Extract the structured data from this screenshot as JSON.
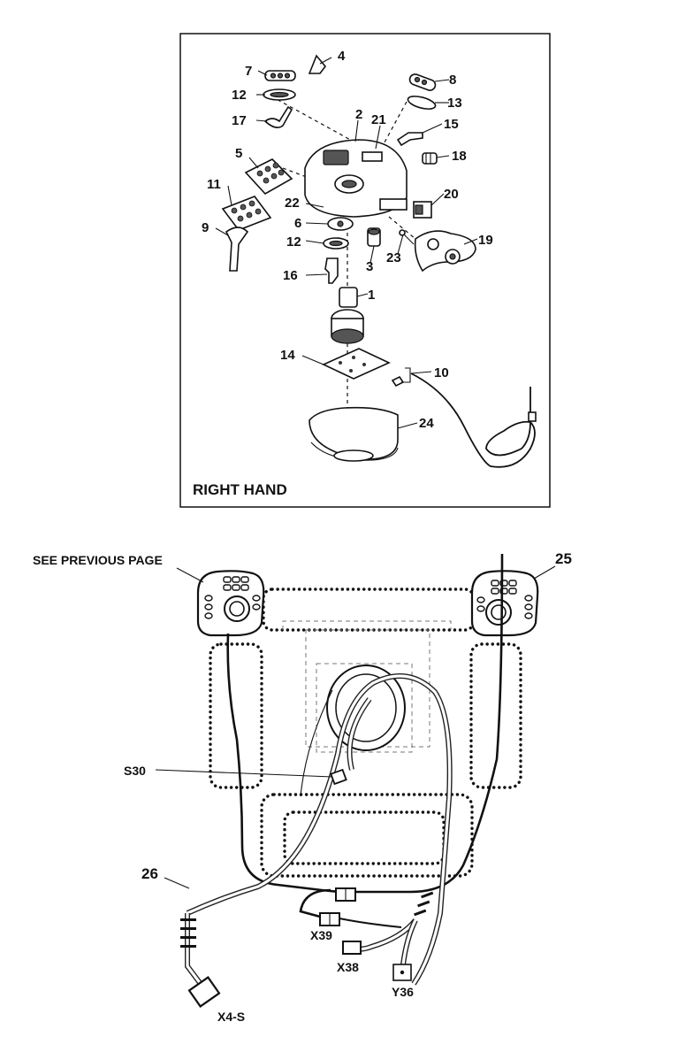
{
  "exploded_view": {
    "title": "RIGHT HAND",
    "callouts": [
      {
        "id": "c1",
        "text": "1"
      },
      {
        "id": "c2",
        "text": "2"
      },
      {
        "id": "c3",
        "text": "3"
      },
      {
        "id": "c4",
        "text": "4"
      },
      {
        "id": "c5",
        "text": "5"
      },
      {
        "id": "c6",
        "text": "6"
      },
      {
        "id": "c7",
        "text": "7"
      },
      {
        "id": "c8",
        "text": "8"
      },
      {
        "id": "c9",
        "text": "9"
      },
      {
        "id": "c10",
        "text": "10"
      },
      {
        "id": "c11",
        "text": "11"
      },
      {
        "id": "c12a",
        "text": "12"
      },
      {
        "id": "c12b",
        "text": "12"
      },
      {
        "id": "c13",
        "text": "13"
      },
      {
        "id": "c14",
        "text": "14"
      },
      {
        "id": "c15",
        "text": "15"
      },
      {
        "id": "c16",
        "text": "16"
      },
      {
        "id": "c17",
        "text": "17"
      },
      {
        "id": "c18",
        "text": "18"
      },
      {
        "id": "c19",
        "text": "19"
      },
      {
        "id": "c20",
        "text": "20"
      },
      {
        "id": "c21",
        "text": "21"
      },
      {
        "id": "c22",
        "text": "22"
      },
      {
        "id": "c23",
        "text": "23"
      },
      {
        "id": "c24",
        "text": "24"
      }
    ]
  },
  "harness_view": {
    "see_previous_page": "SEE PREVIOUS PAGE",
    "callout_25": "25",
    "callout_26": "26",
    "s30": "S30",
    "x39": "X39",
    "x38": "X38",
    "y36": "Y36",
    "x4s": "X4-S"
  }
}
